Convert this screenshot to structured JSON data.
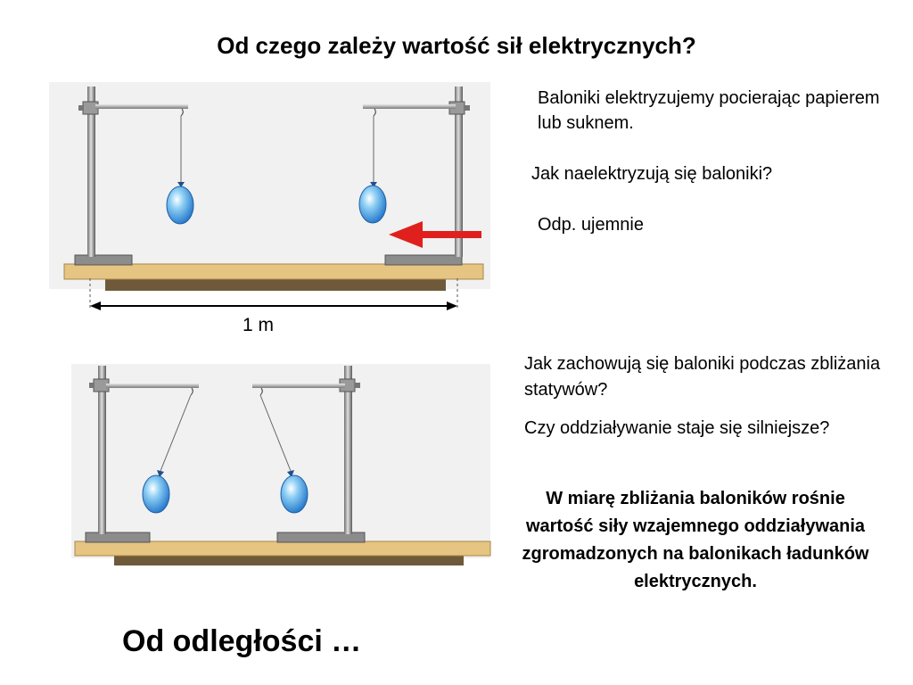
{
  "title": "Od czego zależy wartość sił elektrycznych?",
  "text_blocks": {
    "charging_method": "Baloniki elektryzujemy pocierając papierem lub suknem.",
    "question_charge": "Jak naelektryzują się baloniki?",
    "answer_charge": "Odp. ujemnie",
    "question_behavior": "Jak zachowują się baloniki podczas zbliżania statywów?",
    "question_stronger": "Czy oddziaływanie staje się silniejsze?",
    "answer_bold": "W miarę zbliżania baloników rośnie wartość siły wzajemnego oddziaływania zgromadzonych na balonikach ładunków elektrycznych."
  },
  "figure": {
    "distance_label": "1 m"
  },
  "conclusion": "Od odległości …",
  "colors": {
    "table_top": "#e6c482",
    "table_front": "#6e5a3a",
    "stand_gray": "#8c8c8c",
    "balloon_blue": "#2f86d6",
    "arrow_red": "#e0201c"
  }
}
